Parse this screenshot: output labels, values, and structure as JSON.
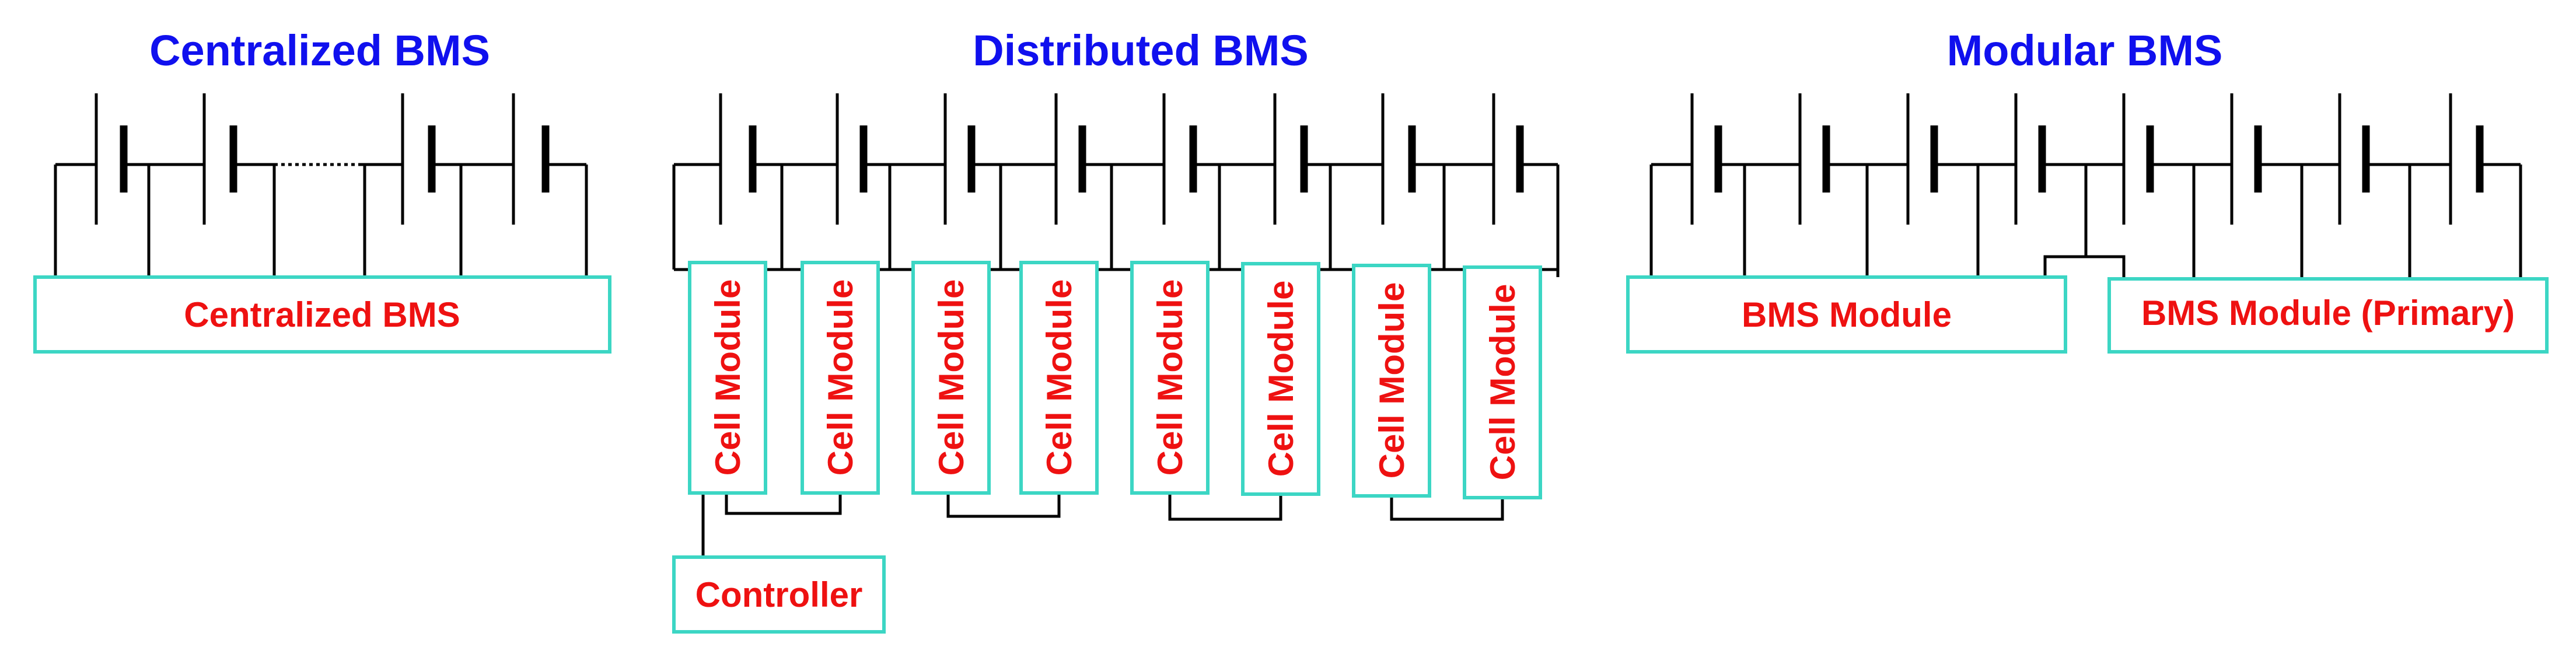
{
  "titles": {
    "centralized": "Centralized BMS",
    "distributed": "Distributed BMS",
    "modular": "Modular BMS"
  },
  "labels": {
    "centralized_box": "Centralized BMS",
    "cell_module": "Cell Module",
    "controller": "Controller",
    "bms_module": "BMS Module",
    "bms_module_primary": "BMS Module (Primary)"
  },
  "colors": {
    "title": "#1010ee",
    "label": "#ee1111",
    "box_border": "#3cd6c4",
    "wire": "#000000"
  }
}
